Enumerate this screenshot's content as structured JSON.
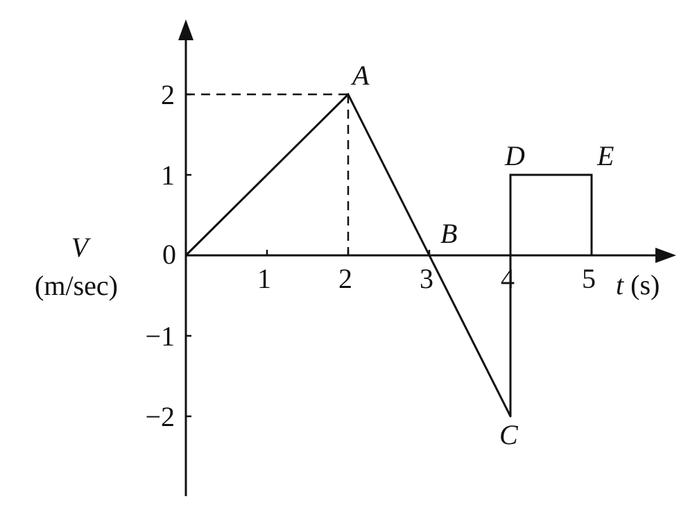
{
  "chart_data": {
    "type": "line",
    "x": [
      0,
      2,
      3,
      4,
      4,
      4,
      5,
      5
    ],
    "series": [
      {
        "values": [
          0,
          2,
          0,
          -2,
          0,
          1,
          1,
          0
        ]
      }
    ],
    "points": [
      {
        "label": "A",
        "x": 2,
        "y": 2
      },
      {
        "label": "B",
        "x": 3,
        "y": 0
      },
      {
        "label": "C",
        "x": 4,
        "y": -2
      },
      {
        "label": "D",
        "x": 4,
        "y": 1
      },
      {
        "label": "E",
        "x": 5,
        "y": 1
      }
    ],
    "xlabel": {
      "var": "t",
      "unit": "(s)"
    },
    "ylabel": {
      "var": "V",
      "unit": "(m/sec)"
    },
    "origin_label": "0",
    "xticks": [
      {
        "value": 1,
        "label": "1"
      },
      {
        "value": 2,
        "label": "2"
      },
      {
        "value": 3,
        "label": "3"
      },
      {
        "value": 4,
        "label": "4"
      },
      {
        "value": 5,
        "label": "5"
      }
    ],
    "yticks": [
      {
        "value": 2,
        "label": "2"
      },
      {
        "value": 1,
        "label": "1"
      },
      {
        "value": -1,
        "label": "−1"
      },
      {
        "value": -2,
        "label": "−2"
      }
    ],
    "xlim": [
      0,
      6
    ],
    "ylim": [
      -3,
      3
    ],
    "grid": false,
    "guides": [
      {
        "from": [
          0,
          2
        ],
        "to": [
          2,
          2
        ]
      },
      {
        "from": [
          2,
          2
        ],
        "to": [
          2,
          0
        ]
      }
    ]
  }
}
